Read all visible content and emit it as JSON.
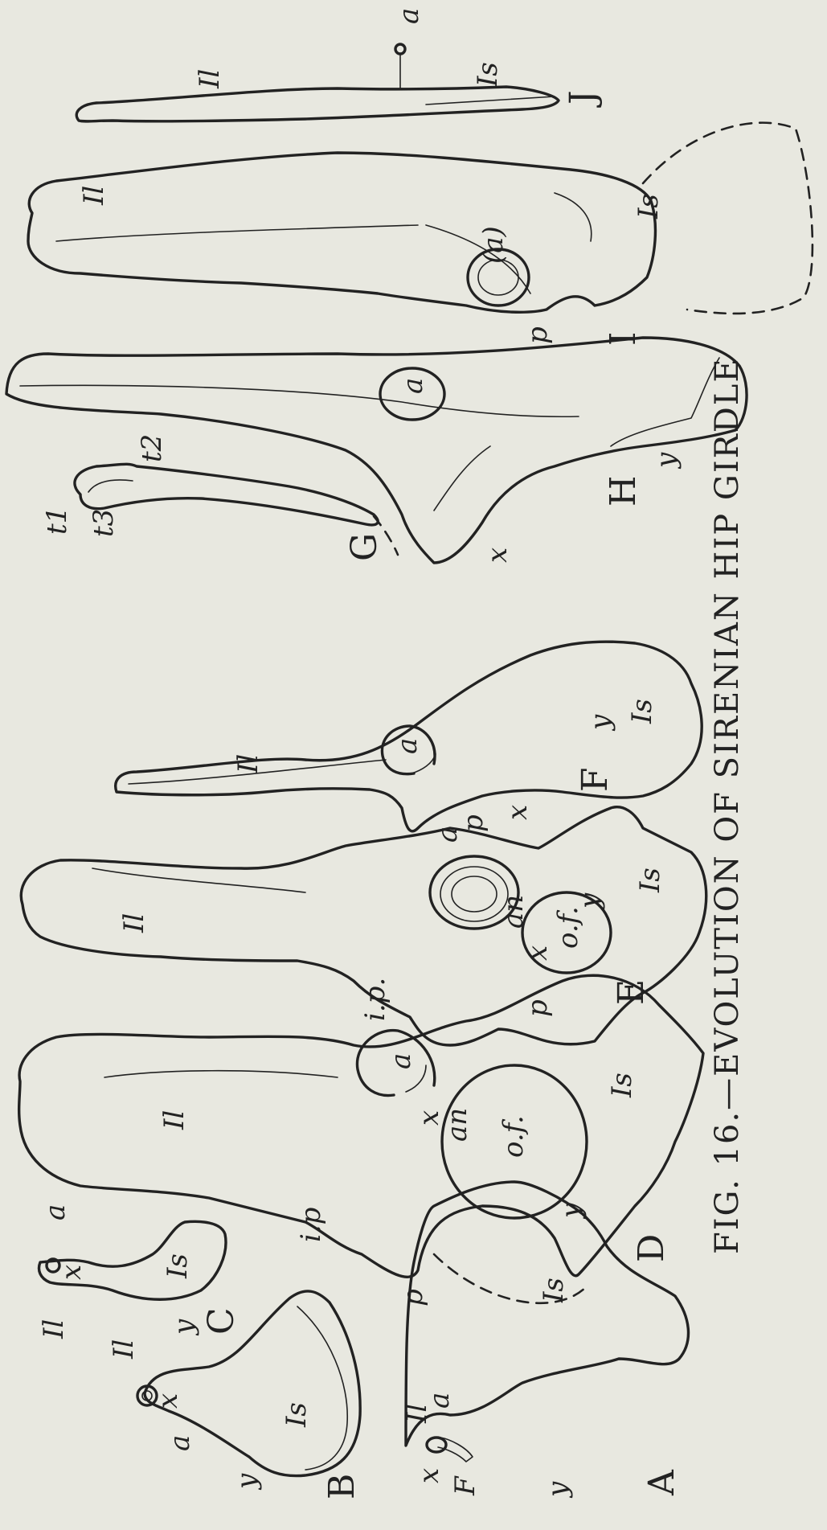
{
  "caption": "FIG. 16.—EVOLUTION OF SIRENIAN HIP GIRDLE",
  "figures": {
    "A": {
      "letter": "A",
      "ilium": "Il",
      "ischium": "Is",
      "acetabulum": "a",
      "foramen": "F",
      "x": "x",
      "y": "y"
    },
    "B": {
      "letter": "B",
      "ilium": "Il",
      "ischium": "Is",
      "acetabulum": "a",
      "x": "x",
      "y": "y"
    },
    "C": {
      "letter": "C",
      "ilium": "Il",
      "ischium": "Is",
      "acetabulum": "a",
      "x": "x",
      "y": "y"
    },
    "D": {
      "letter": "D",
      "ilium": "Il",
      "ischium": "Is",
      "acetabulum": "a",
      "notch": "an",
      "obturator": "o.f.",
      "iliopectineal": "i.p",
      "pubis": "p",
      "x": "x",
      "y": "y"
    },
    "E": {
      "letter": "E",
      "ilium": "Il",
      "ischium": "Is",
      "acetabulum": "a",
      "notch": "an",
      "obturator": "o.f.",
      "iliopectineal": "i.p.",
      "pubis": "p",
      "x": "x",
      "y": "y"
    },
    "F": {
      "letter": "F",
      "ilium": "Il",
      "ischium": "Is",
      "acetabulum": "a",
      "pubis": "p",
      "x": "x",
      "y": "y"
    },
    "G": {
      "letter": "G",
      "t1": "t1",
      "t2": "t2",
      "t3": "t3"
    },
    "H": {
      "letter": "H",
      "acetabulum": "a",
      "x": "x",
      "y": "y"
    },
    "I": {
      "letter": "I",
      "ilium": "Il",
      "ischium": "Is",
      "acetabulum": "(a)",
      "pubis": "p"
    },
    "J": {
      "letter": "J",
      "ilium": "Il",
      "ischium": "Is",
      "acetabulum": "a"
    }
  }
}
